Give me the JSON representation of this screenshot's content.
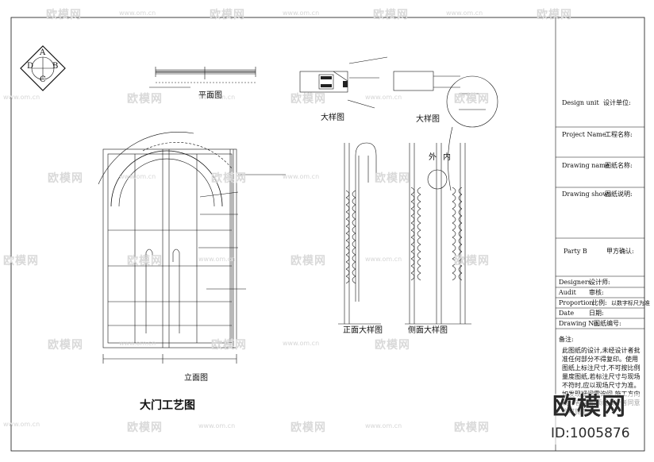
{
  "watermark": {
    "brand": "欧模网",
    "url": "www.om.cn"
  },
  "drawing": {
    "compass_letters": [
      "A",
      "B",
      "C",
      "D"
    ],
    "title": "大门工艺图",
    "plan_label": "平面图",
    "elevation_label": "立面图",
    "detail_label_1": "大样图",
    "detail_label_2": "大样图",
    "front_detail_label": "正面大样图",
    "side_detail_label": "侧面大样图",
    "outside": "外",
    "inside": "内"
  },
  "title_block": {
    "rows": [
      {
        "en": "Design unit",
        "cn": "设计单位:"
      },
      {
        "en": "Project Name",
        "cn": "工程名称:"
      },
      {
        "en": "Drawing name",
        "cn": "图纸名称:"
      },
      {
        "en": "Drawing shows",
        "cn": "图纸说明:"
      },
      {
        "en": "Party B",
        "cn": "甲方确认:"
      }
    ],
    "small_rows": [
      {
        "en": "Designers",
        "cn": "设计师:"
      },
      {
        "en": "Audit",
        "cn": "审核:"
      },
      {
        "en": "Proportion",
        "cn": "比例:",
        "value": "以数字标尺为准"
      },
      {
        "en": "Date",
        "cn": "日期:"
      },
      {
        "en": "Drawing No.",
        "cn": "图纸编号:"
      }
    ],
    "notes_title": "备注:",
    "notes": "此图纸的设计,未经设计者批准任何部分不得复印。使用图纸上标注尺寸,不可按比例量度图纸,若标注尺寸与现场不符时,应以现场尺寸为准。如发现疑问需询问,施工方向设计者提出,须经设计者同意方可施工。"
  },
  "id_badge": {
    "logo": "欧模网",
    "id": "ID:1005876"
  }
}
